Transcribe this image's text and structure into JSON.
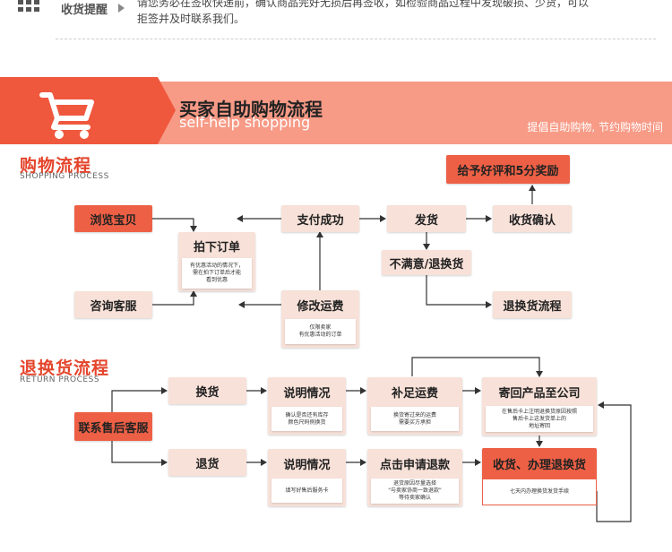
{
  "notice": {
    "label": "收货提醒",
    "text": "请您务必在签收快递前，确认商品完好无损后再签收，如检验商品过程中发现破损、少货，可以\n拒签并及时联系我们。"
  },
  "banner": {
    "title": "买家自助购物流程",
    "subtitle": "self-help shopping",
    "right_text": "提倡自助购物, 节约购物时间"
  },
  "shopping": {
    "title": "购物流程",
    "subtitle": "SHOPPING PROCESS",
    "browse": "浏览宝贝",
    "consult": "咨询客服",
    "order": "拍下订单",
    "order_note": "有优惠活动的情况下，\n需在拍下订单后才能\n看到优惠",
    "pay": "支付成功",
    "modify": "修改运费",
    "modify_note": "仅限卖家\n有优惠活动的订单",
    "ship": "发货",
    "unsatisfied": "不满意/退换货",
    "receive": "收货确认",
    "praise": "给予好评和5分奖励",
    "return_flow": "退换货流程"
  },
  "returns": {
    "title": "退换货流程",
    "subtitle": "RETURN PROCESS",
    "contact": "联系售后客服",
    "exchange": "换货",
    "refund": "退货",
    "explain1": "说明情况",
    "explain1_note": "确认是否还有库存\n颜色尺码例换货",
    "explain2": "说明情况",
    "explain2_note": "填写好售后服务卡",
    "add_fee": "补足运费",
    "add_fee_note": "换货寄过来的运费\n需要买方承担",
    "apply": "点击申请退款",
    "apply_note": "退货原因尽量选择\n\"与卖家协商一致退款\"\n等待卖家确认",
    "send_back": "寄回产品至公司",
    "send_back_note": "在售后卡上注明退换货原因按照\n售后卡上这发货单上的\n地址寄回",
    "process": "收货、办理退换货",
    "process_note": "七天内办理换货发货手续"
  },
  "colors": {
    "accent": "#ee6045",
    "box": "#f7e1d8",
    "banner": "#f79a86"
  }
}
